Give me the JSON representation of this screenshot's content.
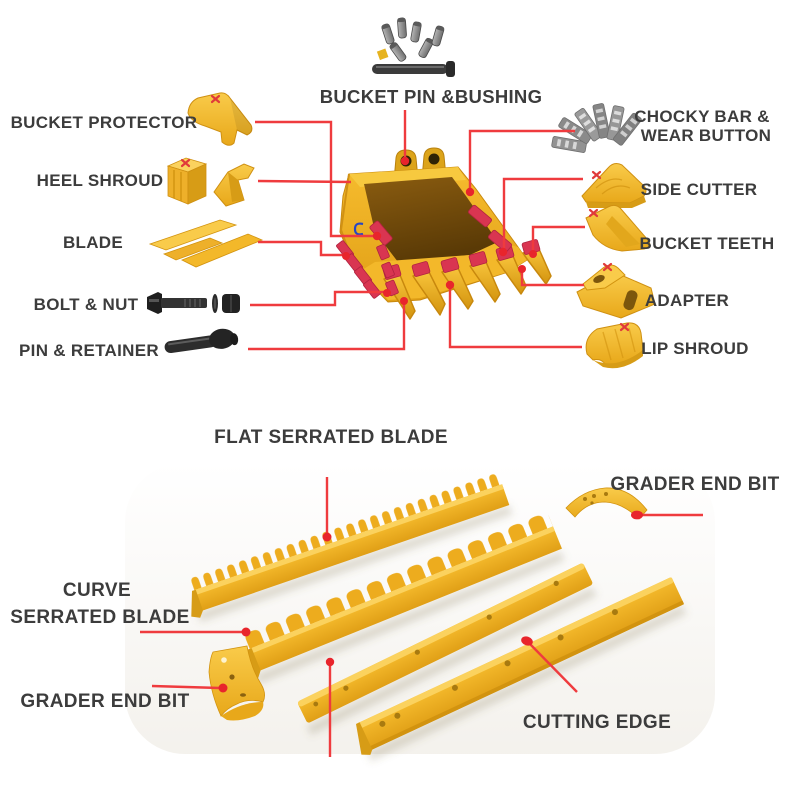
{
  "colors": {
    "accent_red": "#ef3b3e",
    "marker_red": "#e8252c",
    "text": "#3c3c3c",
    "yellow": "#f0b122",
    "yellow_light": "#fcd157",
    "yellow_dark": "#d2930f",
    "red_part": "#d93551",
    "backdrop": "#f1eee8"
  },
  "top_section": {
    "labels": {
      "bucket_pin_bushing": "BUCKET PIN &BUSHING",
      "bucket_protector": "BUCKET PROTECTOR",
      "heel_shroud": "HEEL SHROUD",
      "blade": "BLADE",
      "bolt_nut": "BOLT & NUT",
      "pin_retainer": "PIN & RETAINER",
      "chocky_bar_line1": "CHOCKY BAR &",
      "chocky_bar_line2": "WEAR BUTTON",
      "side_cutter": "SIDE CUTTER",
      "bucket_teeth": "BUCKET TEETH",
      "adapter": "ADAPTER",
      "lip_shroud": "LIP SHROUD"
    }
  },
  "bottom_section": {
    "labels": {
      "flat_serrated_blade": "FLAT SERRATED BLADE",
      "grader_end_bit_right": "GRADER END BIT",
      "curve_serrated_line1": "CURVE",
      "curve_serrated_line2": "SERRATED BLADE",
      "grader_end_bit_left": "GRADER END BIT",
      "cutting_edge": "CUTTING EDGE"
    }
  }
}
